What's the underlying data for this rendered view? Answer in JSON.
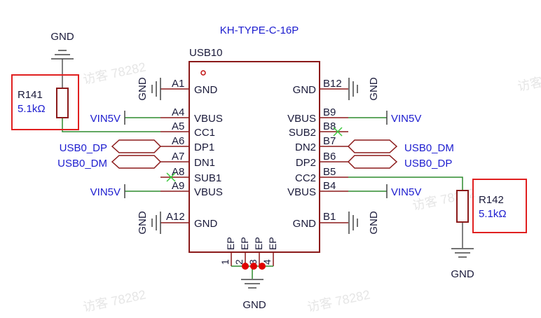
{
  "part_name": "KH-TYPE-C-16P",
  "designator": "USB10",
  "watermark": "访客 78282",
  "nets": {
    "gnd": "GND",
    "vin": "VIN5V",
    "dp": "USB0_DP",
    "dm": "USB0_DM"
  },
  "resistors": [
    {
      "ref": "R141",
      "value": "5.1kΩ"
    },
    {
      "ref": "R142",
      "value": "5.1kΩ"
    }
  ],
  "pins_left": [
    {
      "num": "A1",
      "name": "GND"
    },
    {
      "num": "A4",
      "name": "VBUS"
    },
    {
      "num": "A5",
      "name": "CC1"
    },
    {
      "num": "A6",
      "name": "DP1"
    },
    {
      "num": "A7",
      "name": "DN1"
    },
    {
      "num": "A8",
      "name": "SUB1"
    },
    {
      "num": "A9",
      "name": "VBUS"
    },
    {
      "num": "A12",
      "name": "GND"
    }
  ],
  "pins_right": [
    {
      "num": "B12",
      "name": "GND"
    },
    {
      "num": "B9",
      "name": "VBUS"
    },
    {
      "num": "B8",
      "name": "SUB2"
    },
    {
      "num": "B7",
      "name": "DN2"
    },
    {
      "num": "B6",
      "name": "DP2"
    },
    {
      "num": "B5",
      "name": "CC2"
    },
    {
      "num": "B4",
      "name": "VBUS"
    },
    {
      "num": "B1",
      "name": "GND"
    }
  ],
  "pins_bottom": [
    {
      "num": "1",
      "name": "EP"
    },
    {
      "num": "2",
      "name": "EP"
    },
    {
      "num": "3",
      "name": "EP"
    },
    {
      "num": "4",
      "name": "EP"
    }
  ],
  "colors": {
    "body_outline": "#8b1a1a",
    "wire": "#2e8b2e",
    "net_label": "#1c1ccf",
    "text": "#1a1a3a",
    "highlight_box": "#e02020",
    "junction": "#e00000",
    "no_connect": "#3cc83c"
  }
}
